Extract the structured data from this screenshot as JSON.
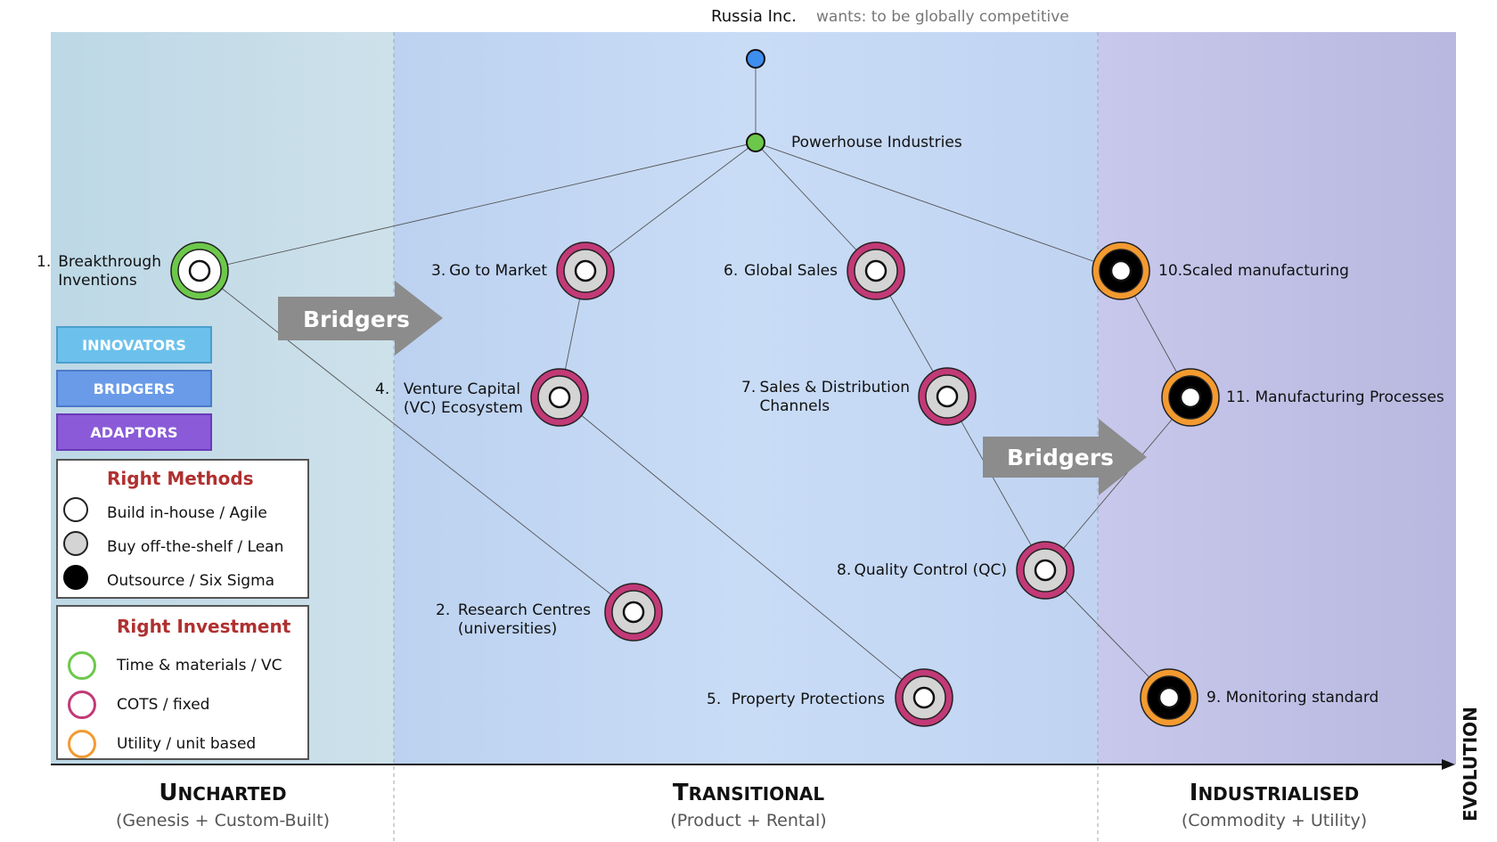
{
  "anchor": {
    "title": "Russia Inc.",
    "need": "wants: to be globally competitive"
  },
  "nodes": [
    {
      "id": "powerhouse",
      "label": "Powerhouse Industries"
    },
    {
      "id": "n1",
      "num": "1.",
      "label": "Breakthrough\nInventions"
    },
    {
      "id": "n2",
      "num": "2.",
      "label": "Research Centres\n(universities)"
    },
    {
      "id": "n3",
      "num": "3.",
      "label": "Go to Market"
    },
    {
      "id": "n4",
      "num": "4.",
      "label": "Venture Capital\n(VC) Ecosystem"
    },
    {
      "id": "n5",
      "num": "5.",
      "label": "Property Protections"
    },
    {
      "id": "n6",
      "num": "6.",
      "label": "Global Sales"
    },
    {
      "id": "n7",
      "num": "7.",
      "label": "Sales & Distribution\nChannels"
    },
    {
      "id": "n8",
      "num": "8.",
      "label": "Quality Control (QC)"
    },
    {
      "id": "n9",
      "num": "9.",
      "label": "Monitoring standard"
    },
    {
      "id": "n10",
      "num": "10.",
      "label": "Scaled manufacturing"
    },
    {
      "id": "n11",
      "num": "11.",
      "label": "Manufacturing Processes"
    }
  ],
  "bridgers": [
    "Bridgers",
    "Bridgers"
  ],
  "legend": {
    "roles": [
      {
        "label": "INNOVATORS",
        "color": "#6cc1ec"
      },
      {
        "label": "BRIDGERS",
        "color": "#6a9be8"
      },
      {
        "label": "ADAPTORS",
        "color": "#8a5ad8"
      }
    ],
    "methods": {
      "title": "Right Methods",
      "items": [
        {
          "label": "Build in-house / Agile",
          "fill": "#ffffff"
        },
        {
          "label": "Buy off-the-shelf / Lean",
          "fill": "#d4d4d4"
        },
        {
          "label": "Outsource / Six Sigma",
          "fill": "#000000"
        }
      ]
    },
    "investment": {
      "title": "Right Investment",
      "items": [
        {
          "label": "Time & materials / VC",
          "color": "#6cc84a"
        },
        {
          "label": "COTS / fixed",
          "color": "#c23a77"
        },
        {
          "label": "Utility / unit based",
          "color": "#f39a30"
        }
      ]
    }
  },
  "stages": [
    {
      "name": "Uncharted",
      "sub": "(Genesis + Custom-Built)"
    },
    {
      "name": "Transitional",
      "sub": "(Product + Rental)"
    },
    {
      "name": "Industrialised",
      "sub": "(Commodity + Utility)"
    }
  ],
  "axis": {
    "label": "EVOLUTION"
  },
  "colors": {
    "green": "#6cc84a",
    "magenta": "#c23a77",
    "orange": "#f39a30",
    "anchor": "#3e8ef0",
    "gray": "#d4d4d4"
  }
}
